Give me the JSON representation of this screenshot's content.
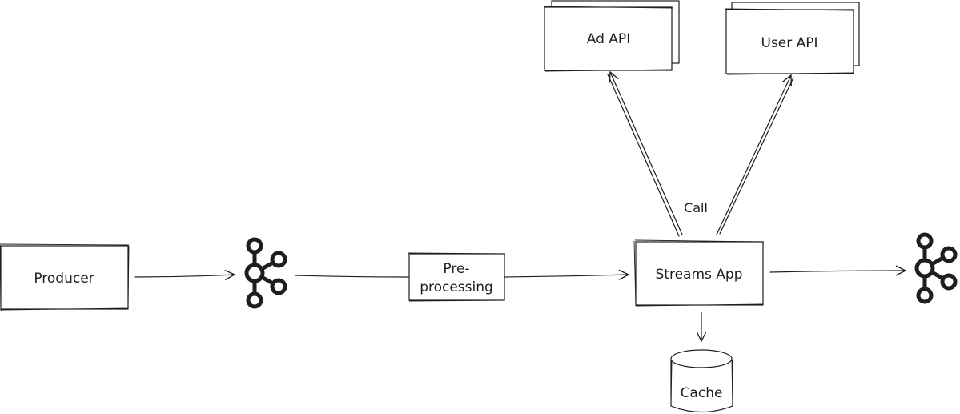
{
  "nodes": {
    "producer": "Producer",
    "preprocessing_line1": "Pre-",
    "preprocessing_line2": "processing",
    "streams_app": "Streams App",
    "ad_api": "Ad API",
    "user_api": "User API",
    "cache": "Cache"
  },
  "edge_labels": {
    "call": "Call"
  },
  "icons": {
    "input_topic": "kafka-icon",
    "output_topic": "kafka-icon"
  },
  "colors": {
    "stroke": "#1e1e1e",
    "background": "#ffffff"
  }
}
